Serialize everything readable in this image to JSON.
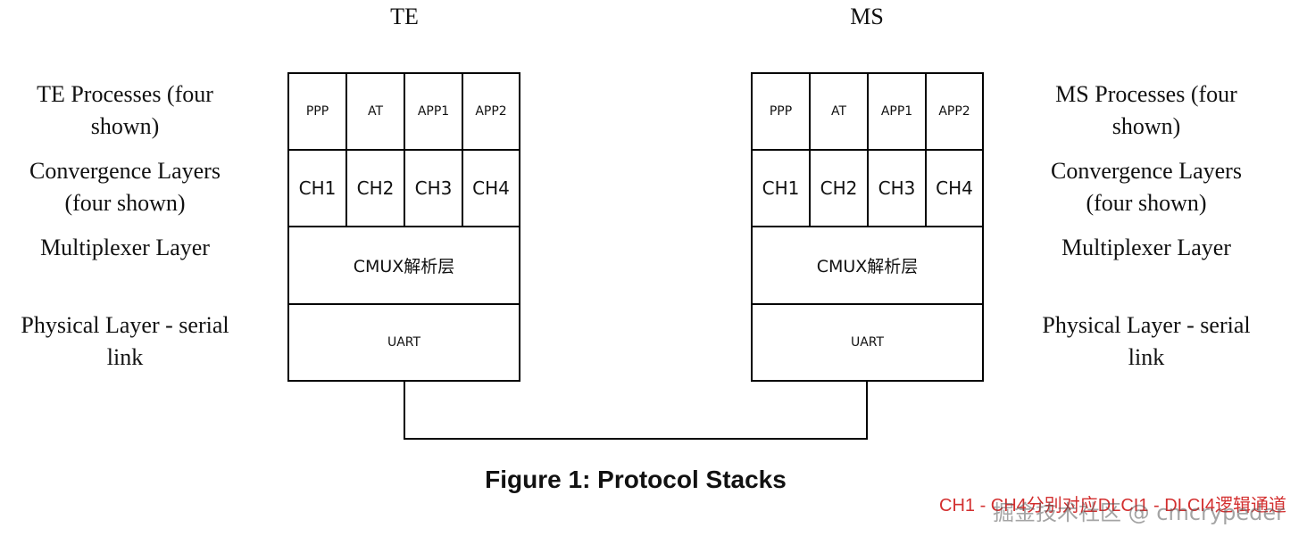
{
  "left_stack": {
    "title": "TE",
    "labels": {
      "processes": [
        "TE Processes (four",
        "shown)"
      ],
      "convergence": [
        "Convergence Layers",
        "(four shown)"
      ],
      "multiplexer": [
        "Multiplexer Layer"
      ],
      "physical": [
        "Physical Layer - serial",
        "link"
      ]
    },
    "processes": [
      "PPP",
      "AT",
      "APP1",
      "APP2"
    ],
    "channels": [
      "CH1",
      "CH2",
      "CH3",
      "CH4"
    ],
    "mux": "CMUX解析层",
    "phy": "UART"
  },
  "right_stack": {
    "title": "MS",
    "labels": {
      "processes": [
        "MS Processes (four",
        "shown)"
      ],
      "convergence": [
        "Convergence Layers",
        "(four shown)"
      ],
      "multiplexer": [
        "Multiplexer Layer"
      ],
      "physical": [
        "Physical Layer - serial",
        "link"
      ]
    },
    "processes": [
      "PPP",
      "AT",
      "APP1",
      "APP2"
    ],
    "channels": [
      "CH1",
      "CH2",
      "CH3",
      "CH4"
    ],
    "mux": "CMUX解析层",
    "phy": "UART"
  },
  "caption": "Figure 1: Protocol Stacks",
  "note": "CH1 - CH4分别对应DLCI1 - DLCI4逻辑通道",
  "watermark": "掘金技术社区 @ cmcrypeder",
  "colors": {
    "note": "#d32f2f",
    "lines": "#000000"
  }
}
